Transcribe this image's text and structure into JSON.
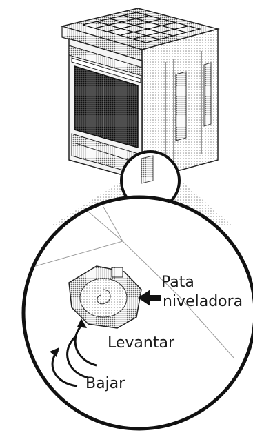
{
  "diagram": {
    "labels": {
      "leveling_leg_line1": "Pata",
      "leveling_leg_line2": "niveladora",
      "raise": "Levantar",
      "lower": "Bajar"
    }
  }
}
